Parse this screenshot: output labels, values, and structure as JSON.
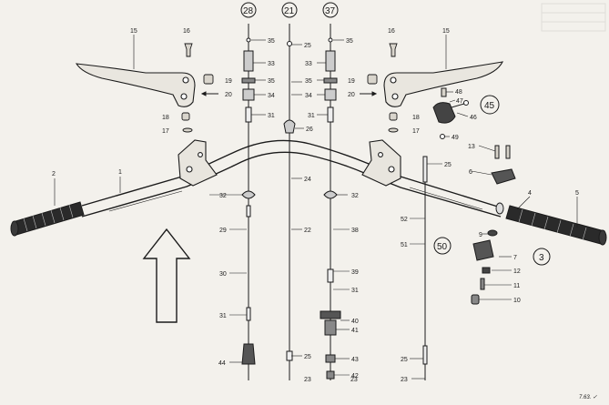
{
  "parts": {
    "p1": "1",
    "p2": "2",
    "p3": "3",
    "p4": "4",
    "p5": "5",
    "p6": "6",
    "p7": "7",
    "p9": "9",
    "p10": "10",
    "p11": "11",
    "p12": "12",
    "p13": "13",
    "p15a": "15",
    "p15b": "15",
    "p16a": "16",
    "p16b": "16",
    "p17a": "17",
    "p17b": "17",
    "p18a": "18",
    "p18b": "18",
    "p19a": "19",
    "p19b": "19",
    "p20a": "20",
    "p20b": "20",
    "p21": "21",
    "p22": "22",
    "p23a": "23",
    "p23b": "23",
    "p23c": "23",
    "p24": "24",
    "p25a": "25",
    "p25b": "25",
    "p25c": "25",
    "p25d": "25",
    "p26": "26",
    "p28": "28",
    "p29": "29",
    "p30": "30",
    "p31a": "31",
    "p31b": "31",
    "p31c": "31",
    "p31d": "31",
    "p32a": "32",
    "p32b": "32",
    "p33a": "33",
    "p33b": "33",
    "p34a": "34",
    "p34b": "34",
    "p35a": "35",
    "p35b": "35",
    "p35c": "35",
    "p35d": "35",
    "p37": "37",
    "p38": "38",
    "p39": "39",
    "p40": "40",
    "p41": "41",
    "p42": "42",
    "p43": "43",
    "p44": "44",
    "p45": "45",
    "p46": "46",
    "p47": "47",
    "p48": "48",
    "p49": "49",
    "p50": "50",
    "p51": "51",
    "p52": "52"
  },
  "footnote": "7.63. ✓",
  "colors": {
    "ink": "#1b1b1b",
    "paper": "#f3f1ec"
  }
}
